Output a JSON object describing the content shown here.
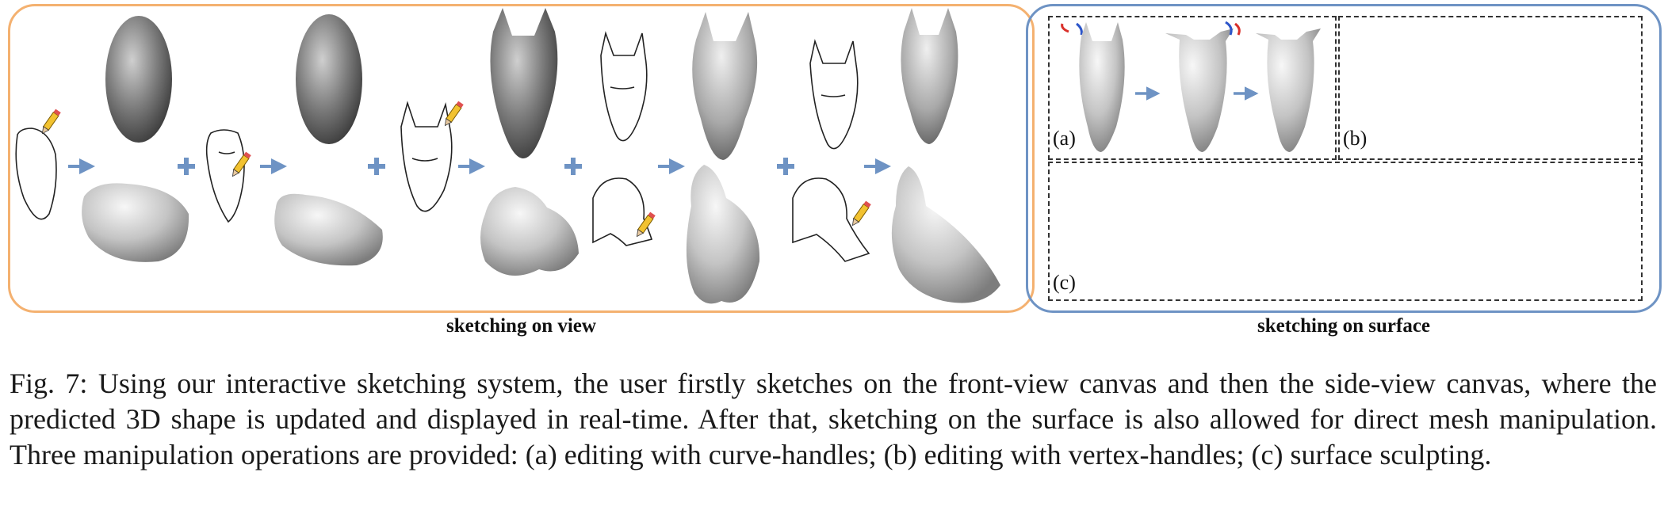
{
  "figure": {
    "left_panel_label": "sketching on view",
    "right_panel_label": "sketching on surface",
    "subpanel_labels": {
      "a": "(a)",
      "b": "(b)",
      "c": "(c)"
    },
    "caption": "Fig. 7: Using our interactive sketching system, the user firstly sketches on the front-view canvas and then the side-view canvas, where the predicted 3D shape is updated and displayed in real-time. After that, sketching on the surface is also allowed for direct mesh manipulation. Three manipulation operations are provided: (a) editing with curve-handles; (b) editing with vertex-handles; (c) surface sculpting."
  },
  "colors": {
    "left_border": "#f4b170",
    "right_border": "#6e93c4",
    "arrow": "#6e93c4",
    "plus": "#6e93c4",
    "curve_handle_red": "#d9302a",
    "curve_handle_blue": "#2c55c9",
    "sculpt_green": "#2ed42e"
  }
}
